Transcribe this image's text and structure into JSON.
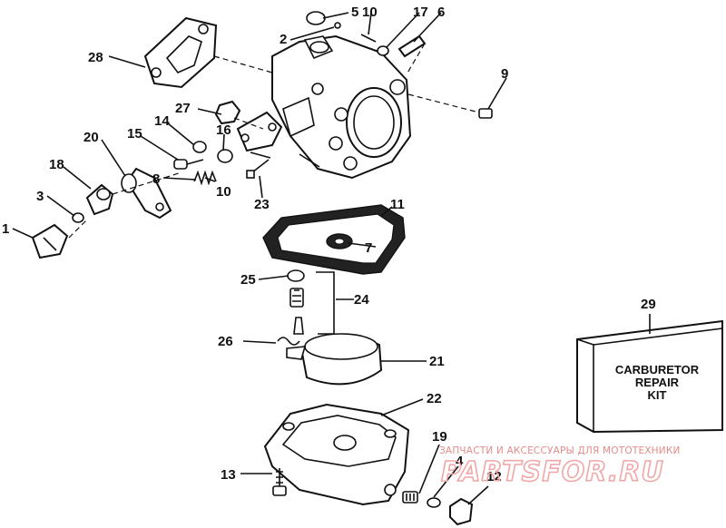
{
  "callouts": [
    "1",
    "2",
    "3",
    "4",
    "5",
    "6",
    "7",
    "8",
    "9",
    "10",
    "10",
    "11",
    "12",
    "13",
    "14",
    "15",
    "16",
    "17",
    "18",
    "19",
    "20",
    "21",
    "22",
    "23",
    "24",
    "25",
    "26",
    "27",
    "28",
    "29"
  ],
  "kit_box": {
    "line1": "CARBURETOR",
    "line2": "REPAIR",
    "line3": "KIT"
  },
  "watermark": {
    "caption": "ЗАПЧАСТИ И АКСЕССУАРЫ ДЛЯ МОТОТЕХНИКИ",
    "logo": "PARTSFOR.RU"
  }
}
